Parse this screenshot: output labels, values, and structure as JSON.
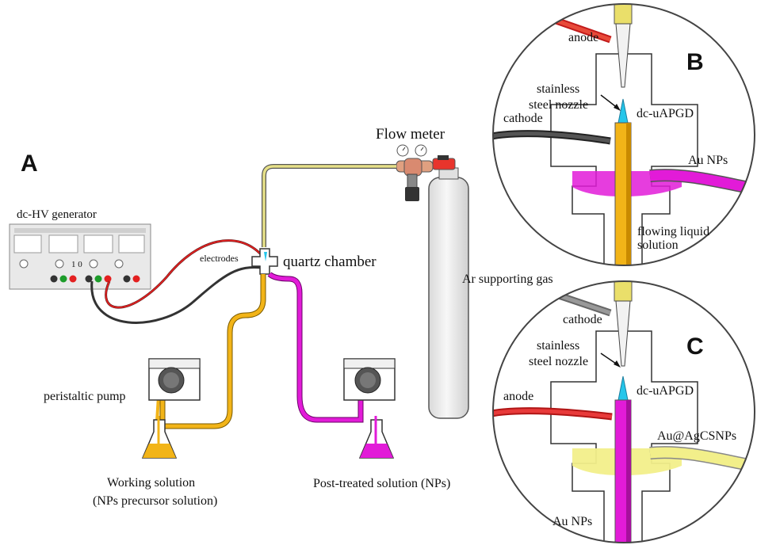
{
  "panel_a": {
    "letter": "A",
    "generator": "dc-HV generator",
    "display": "1 0",
    "electrodes": "electrodes",
    "chamber": "quartz chamber",
    "flow_meter": "Flow meter",
    "gas": "Ar supporting gas",
    "pump": "peristaltic pump",
    "working_1": "Working solution",
    "working_2": "(NPs precursor solution)",
    "post": "Post-treated solution (NPs)"
  },
  "panel_b": {
    "letter": "B",
    "anode": "anode",
    "nozzle_1": "stainless",
    "nozzle_2": "steel nozzle",
    "cathode": "cathode",
    "discharge": "dc-uAPGD",
    "product": "Au NPs",
    "liquid_1": "flowing liquid",
    "liquid_2": "solution"
  },
  "panel_c": {
    "letter": "C",
    "cathode": "cathode",
    "nozzle_1": "stainless",
    "nozzle_2": "steel nozzle",
    "anode": "anode",
    "discharge": "dc-uAPGD",
    "product": "Au@AgCSNPs",
    "feed": "Au NPs"
  },
  "colors": {
    "orange_tube": "#f2b418",
    "magenta_tube": "#e21bd8",
    "yellow_liquid": "#f2ef8a",
    "red_wire": "#e32020",
    "dark_wire": "#3a3a3a",
    "plasma": "#25c6ea"
  }
}
